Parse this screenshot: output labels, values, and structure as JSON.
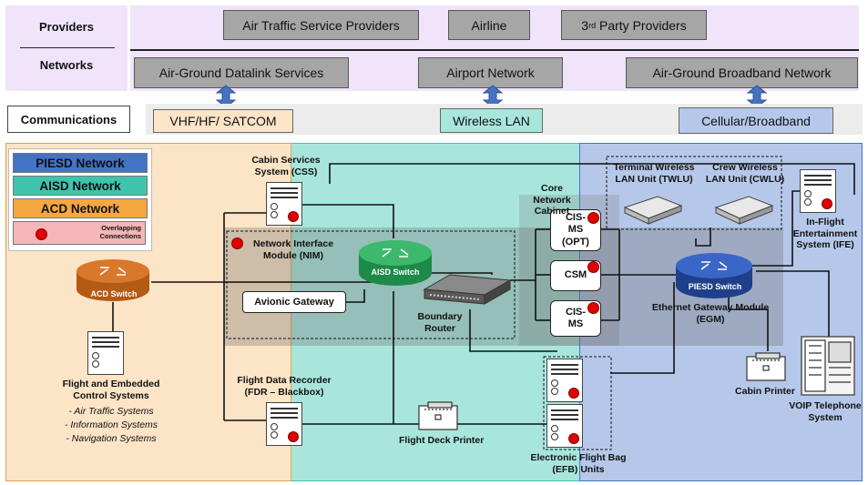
{
  "header": {
    "providers_label": "Providers",
    "networks_label": "Networks",
    "communications_label": "Communications",
    "providers": [
      "Air Traffic Service Providers",
      "Airline",
      "3rd Party Providers"
    ],
    "third_party_base": "3",
    "third_party_sup": "rd",
    "third_party_rest": " Party Providers",
    "networks": [
      "Air-Ground Datalink  Services",
      "Airport Network",
      "Air-Ground Broadband Network"
    ],
    "comms": [
      "VHF/HF/ SATCOM",
      "Wireless LAN",
      "Cellular/Broadband"
    ]
  },
  "legend": {
    "piesd": "PIESD Network",
    "aisd": "AISD Network",
    "acd": "ACD Network",
    "overlap": "Overlapping Connections"
  },
  "colors": {
    "acd": "#fce4c6",
    "aisd": "#a8e6dc",
    "piesd": "#b6c8ea",
    "providers_band": "#f0e4fa",
    "comms_band": "#ececec",
    "vhf_box": "#fce4c6",
    "wlan_box": "#a8e6dc",
    "cell_box": "#b6c8ea",
    "legend_piesd": "#4472c4",
    "legend_aisd": "#3ec4ad",
    "legend_acd": "#f5a742",
    "legend_overlap": "#f4b6b6",
    "overlap_dot": "#e00000"
  },
  "nodes": {
    "acd_switch": "ACD Switch",
    "aisd_switch": "AISD Switch",
    "piesd_switch": "PIESD Switch",
    "css": "Cabin Services\nSystem (CSS)",
    "nim": "Network Interface\nModule (NIM)",
    "avionic_gateway": "Avionic Gateway",
    "boundary_router": "Boundary\nRouter",
    "core_cabinet": "Core Network\nCabinet",
    "cis_opt": "CIS-\nMS\n(OPT)",
    "csm": "CSM",
    "cis_ms": "CIS-\nMS",
    "twlu": "Terminal Wireless\nLAN  Unit (TWLU)",
    "cwlu": "Crew Wireless\nLAN Unit (CWLU)",
    "ife": "In-Flight\nEntertainment\nSystem (IFE)",
    "egm": "Ethernet Gateway Module\n(EGM)",
    "fecs_title": "Flight and Embedded\nControl Systems",
    "fecs_items": [
      "- Air Traffic Systems",
      "- Information Systems",
      "- Navigation Systems"
    ],
    "fdr": "Flight Data Recorder\n(FDR – Blackbox)",
    "fdp": "Flight Deck Printer",
    "efb": "Electronic Flight Bag\n(EFB) Units",
    "cabin_printer": "Cabin Printer",
    "voip": "VOIP Telephone\nSystem"
  }
}
